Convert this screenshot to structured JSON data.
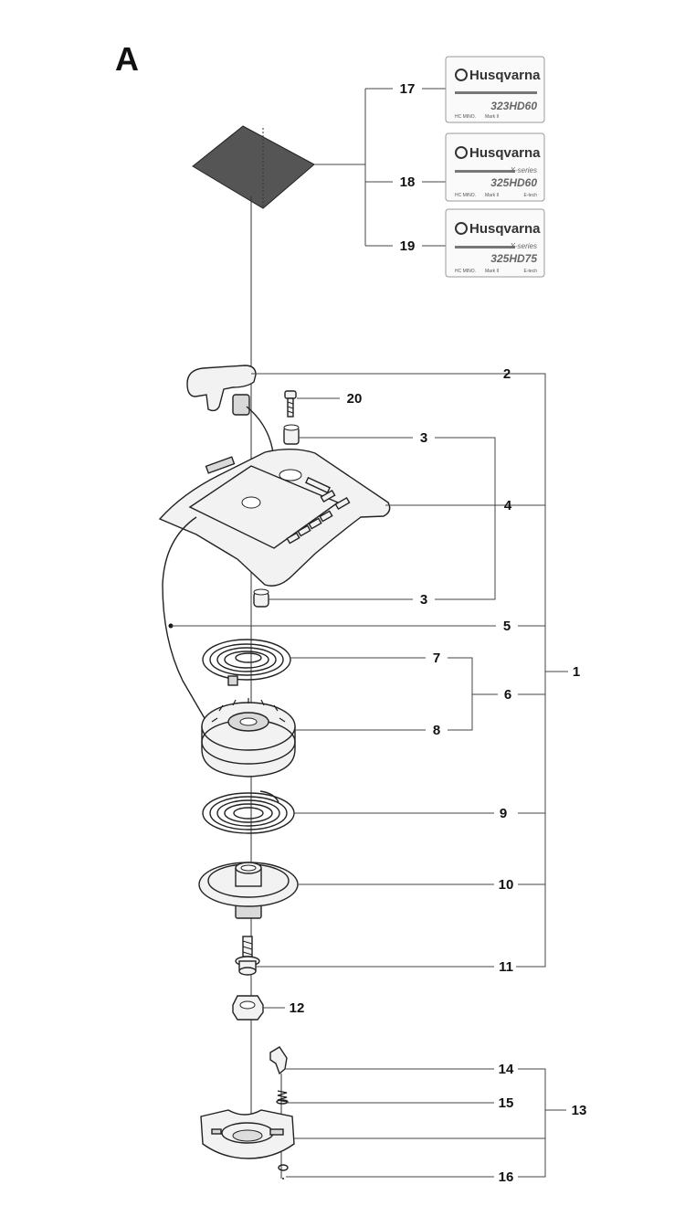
{
  "section_label": "A",
  "callouts": [
    {
      "id": "c17",
      "text": "17"
    },
    {
      "id": "c18",
      "text": "18"
    },
    {
      "id": "c19",
      "text": "19"
    },
    {
      "id": "c2",
      "text": "2"
    },
    {
      "id": "c20",
      "text": "20"
    },
    {
      "id": "c3a",
      "text": "3"
    },
    {
      "id": "c4",
      "text": "4"
    },
    {
      "id": "c3b",
      "text": "3"
    },
    {
      "id": "c5",
      "text": "5"
    },
    {
      "id": "c7",
      "text": "7"
    },
    {
      "id": "c6",
      "text": "6"
    },
    {
      "id": "c8",
      "text": "8"
    },
    {
      "id": "c1",
      "text": "1"
    },
    {
      "id": "c9",
      "text": "9"
    },
    {
      "id": "c10",
      "text": "10"
    },
    {
      "id": "c11",
      "text": "11"
    },
    {
      "id": "c12",
      "text": "12"
    },
    {
      "id": "c14",
      "text": "14"
    },
    {
      "id": "c15",
      "text": "15"
    },
    {
      "id": "c13",
      "text": "13"
    },
    {
      "id": "c16",
      "text": "16"
    }
  ],
  "decals": [
    {
      "brand": "Husqvarna",
      "series": "",
      "model": "323HD60",
      "small_left": "HC MINO.",
      "small_mid": "Mark II",
      "small_right": ""
    },
    {
      "brand": "Husqvarna",
      "series": "X-series",
      "model": "325HD60",
      "small_left": "HC MINO.",
      "small_mid": "Mark II",
      "small_right": "E-tech"
    },
    {
      "brand": "Husqvarna",
      "series": "X-series",
      "model": "325HD75",
      "small_left": "HC MINO.",
      "small_mid": "Mark II",
      "small_right": "E-tech"
    }
  ],
  "colors": {
    "decal_plate": "#555555",
    "brand_bar": "#777777"
  }
}
